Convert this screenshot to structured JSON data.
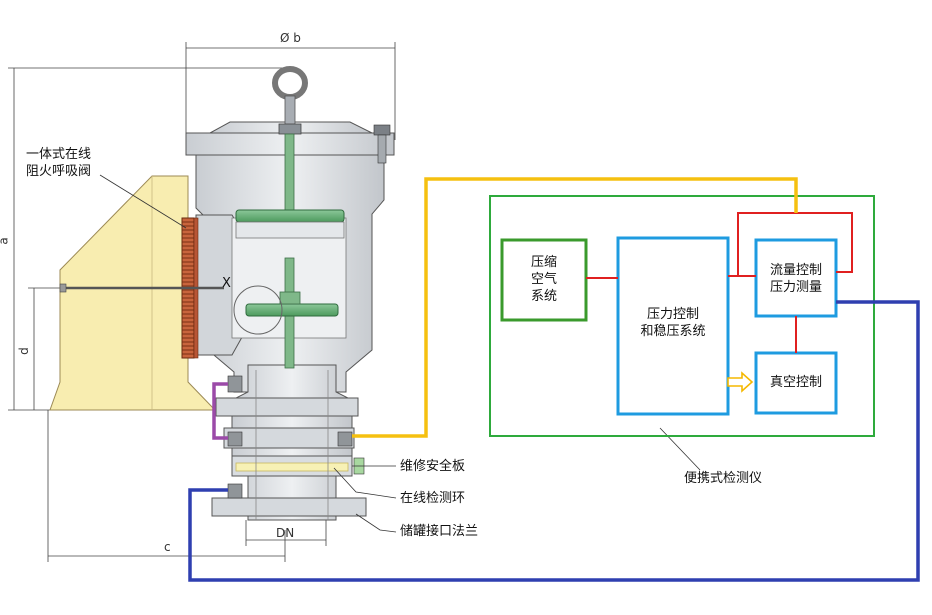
{
  "dimensions": {
    "diameter_b": "Ø b",
    "height_a": "a",
    "height_d": "d",
    "width_c": "c",
    "nominal_dn": "DN",
    "section_x": "X"
  },
  "callouts": {
    "valve_line1": "一体式在线",
    "valve_line2": "阻火呼吸阀",
    "safety_plate": "维修安全板",
    "test_ring": "在线检测环",
    "tank_flange": "储罐接口法兰"
  },
  "instrument": {
    "name": "便携式检测仪",
    "compressed_air": [
      "压缩",
      "空气",
      "系统"
    ],
    "pressure_control": [
      "压力控制",
      "和稳压系统"
    ],
    "flow_pressure": [
      "流量控制",
      "压力测量"
    ],
    "vacuum_control": "真空控制"
  },
  "colors": {
    "instrument_frame": "#2eaa3c",
    "compressed_air_box": "#3a9a2c",
    "control_box": "#1e9be0",
    "connection_red": "#e02020",
    "yellow_pipe": "#f5c010",
    "purple_pipe": "#9b4aa8",
    "blue_pipe": "#2f3fb0",
    "tank": "#f8edb0",
    "valve_body": "#d7dbe0",
    "disc": "#6aa877"
  }
}
